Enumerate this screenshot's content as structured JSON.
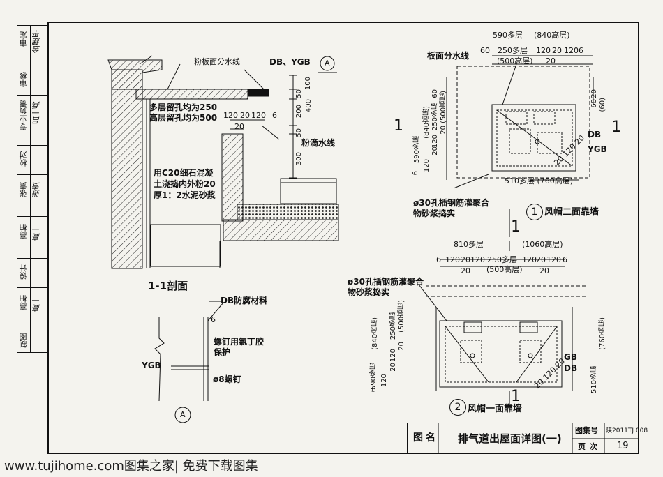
{
  "side_panel": {
    "rows": [
      {
        "label": "审定",
        "signature": "金建平"
      },
      {
        "label": "审核",
        "signature": ""
      },
      {
        "label": "专业负责",
        "signature": "吕一兵"
      },
      {
        "label": "校对",
        "signature": ""
      },
      {
        "label": "张贵",
        "signature": "张贵"
      },
      {
        "label": "高柏",
        "signature": "高一"
      },
      {
        "label": "设计",
        "signature": ""
      },
      {
        "label": "高柏",
        "signature": "高一"
      },
      {
        "label": "制图",
        "signature": ""
      }
    ]
  },
  "section": {
    "title": "1-1剖面",
    "labels": {
      "fenban": "粉板面分水线",
      "db_ygb": "DB、YGB",
      "hole_multi": "多层留孔均为250",
      "hole_high": "高层留孔均为500",
      "concrete": "用C20细石混凝土浇捣内外粉20厚1：2水泥砂浆",
      "drip": "粉滴水线",
      "ref_a": "A"
    },
    "dims": {
      "d100": "100",
      "d50": "50",
      "d400": "400",
      "d200": "200",
      "d50b": "50",
      "d300": "300",
      "d120": "120",
      "d20a": "20",
      "d120b": "120",
      "d6": "6",
      "d20b": "20"
    }
  },
  "detail_a": {
    "db_label": "DB防腐材料",
    "d6": "6",
    "nail_protect": "螺钉用氯丁胶保护",
    "ygb": "YGB",
    "nail": "ø8螺钉",
    "ref": "A"
  },
  "plan1": {
    "top_dims": {
      "a": "590多层",
      "b": "(840高层)",
      "c": "60",
      "d": "250多层",
      "e": "120",
      "f": "20",
      "g": "120",
      "h": "6",
      "i": "(500高层)",
      "j": "20"
    },
    "board_line": "板面分水线",
    "left_dims": {
      "a": "60",
      "b": "250多层",
      "c": "(840高层)",
      "d": "(500高层)",
      "e": "590多层",
      "f": "120",
      "g": "20",
      "h": "120",
      "i": "20",
      "j": "6"
    },
    "right_dims": {
      "a": "20",
      "b": "60",
      "c": "(60)"
    },
    "db": "DB",
    "ygb": "YGB",
    "bottom_dim": "510多层 (760高层)",
    "hole": "ø30孔插钢筋灌聚合物砂浆捣实",
    "diag": "20 120 20",
    "section_mark": "1",
    "caption_num": "1",
    "caption": "风帽二面靠墙"
  },
  "plan2": {
    "top_dims": {
      "a": "810多层",
      "b": "(1060高层)",
      "c": "6",
      "d": "120",
      "e": "20",
      "f": "120",
      "g": "250多层",
      "h": "120",
      "i": "20",
      "j": "120",
      "k": "6",
      "l": "20",
      "m": "(500高层)",
      "n": "20"
    },
    "hole": "ø30孔插钢筋灌聚合物砂浆捣实",
    "left_dims": {
      "a": "(840高层)",
      "b": "250多层",
      "c": "(500高层)",
      "d": "590多层",
      "e": "120",
      "f": "20",
      "g": "120",
      "h": "20",
      "i": "6"
    },
    "right_dims": {
      "a": "510多层",
      "b": "(760高层)"
    },
    "gb": "GB",
    "db": "DB",
    "diag": "20 120 20",
    "section_mark": "1",
    "caption_num": "2",
    "caption": "风帽一面靠墙"
  },
  "title_block": {
    "name_label": "图名",
    "name": "排气道出屋面详图(一)",
    "atlas_label": "图集号",
    "atlas": "陕2011TJ 008",
    "page_label": "页次",
    "page": "19"
  },
  "footer": "www.tujihome.com图集之家| 免费下载图集"
}
